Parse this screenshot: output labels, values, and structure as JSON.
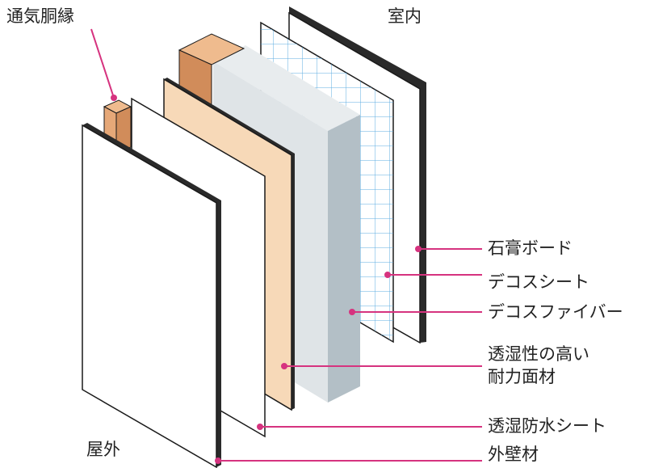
{
  "labels": {
    "ventilation_batten": "通気胴縁",
    "indoor": "室内",
    "outdoor": "屋外",
    "gypsum_board": "石膏ボード",
    "deco_sheet": "デコスシート",
    "deco_fiber": "デコスファイバー",
    "structural_panel_line1": "透湿性の高い",
    "structural_panel_line2": "耐力面材",
    "breathable_membrane": "透湿防水シート",
    "exterior_cladding": "外壁材"
  },
  "colors": {
    "leader": "#d6337f",
    "outline": "#1a1a1a",
    "batten_front": "#e6a878",
    "batten_side": "#d18c5a",
    "batten_top": "#efbb8e",
    "panel_face": "#f7d9b8",
    "insulation_front": "#dfe4e7",
    "insulation_side": "#b3bfc6",
    "grid": "#4aa3df"
  }
}
